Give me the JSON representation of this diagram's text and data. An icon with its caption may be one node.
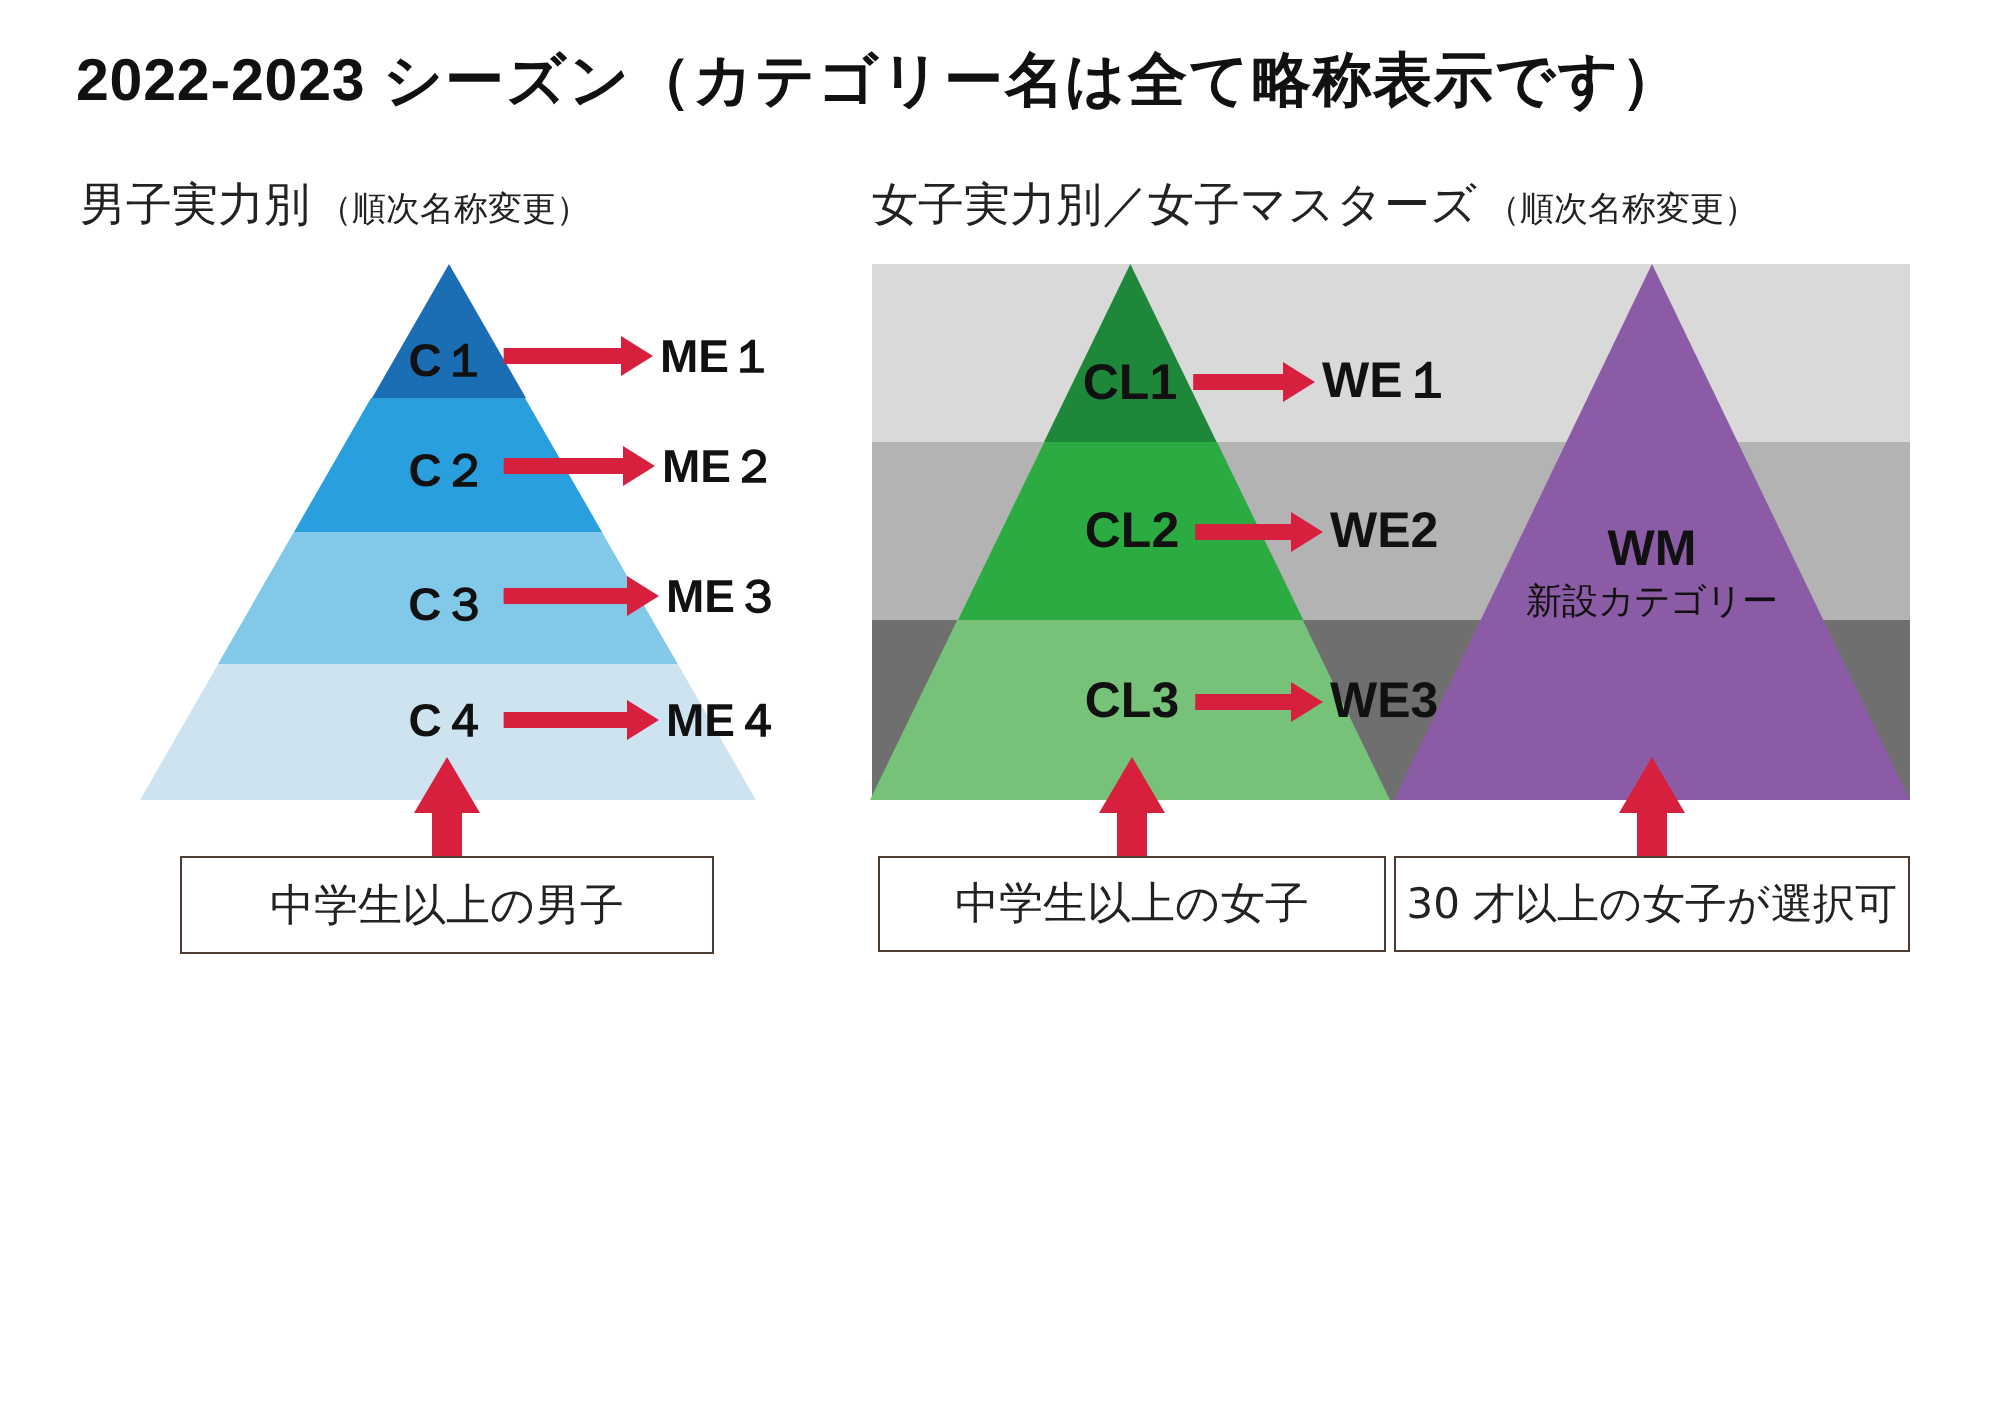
{
  "diagram": {
    "title": "2022-2023 シーズン（カテゴリー名は全て略称表示です）",
    "nodes": [
      {
        "text": [
          "C１"
        ]
      },
      {
        "text": [
          "ME１"
        ]
      },
      {
        "text": [
          "C２"
        ]
      },
      {
        "text": [
          "ME２"
        ]
      },
      {
        "text": [
          "C３"
        ]
      },
      {
        "text": [
          "ME３"
        ]
      },
      {
        "text": [
          "C４"
        ]
      },
      {
        "text": [
          "ME４"
        ]
      },
      {
        "text": [
          "中学生以上の男子"
        ]
      },
      {
        "text": [
          "CL1"
        ]
      },
      {
        "text": [
          "WE１"
        ]
      },
      {
        "text": [
          "CL2"
        ]
      },
      {
        "text": [
          "WE2"
        ]
      },
      {
        "text": [
          "CL3"
        ]
      },
      {
        "text": [
          "WE3"
        ]
      },
      {
        "text": [
          "WM",
          "新設カテゴリー"
        ]
      },
      {
        "text": [
          "中学生以上の女子"
        ]
      },
      {
        "text": [
          "30 才以上の女子が選択可"
        ]
      }
    ],
    "edges": [
      {
        "from": 0,
        "to": 1,
        "arrow": "to"
      },
      {
        "from": 2,
        "to": 3,
        "arrow": "to"
      },
      {
        "from": 4,
        "to": 5,
        "arrow": "to"
      },
      {
        "from": 6,
        "to": 7,
        "arrow": "to"
      },
      {
        "from": 8,
        "to": 6,
        "arrow": "to",
        "style": "thick"
      },
      {
        "from": 9,
        "to": 10,
        "arrow": "to"
      },
      {
        "from": 11,
        "to": 12,
        "arrow": "to"
      },
      {
        "from": 13,
        "to": 14,
        "arrow": "to"
      },
      {
        "from": 16,
        "to": 13,
        "arrow": "to",
        "style": "thick"
      },
      {
        "from": 17,
        "to": 15,
        "arrow": "to",
        "style": "thick"
      }
    ],
    "labels": [
      "男子実力別",
      "（順次名称変更）",
      "女子実力別／女子マスターズ",
      "（順次名称変更）"
    ]
  }
}
